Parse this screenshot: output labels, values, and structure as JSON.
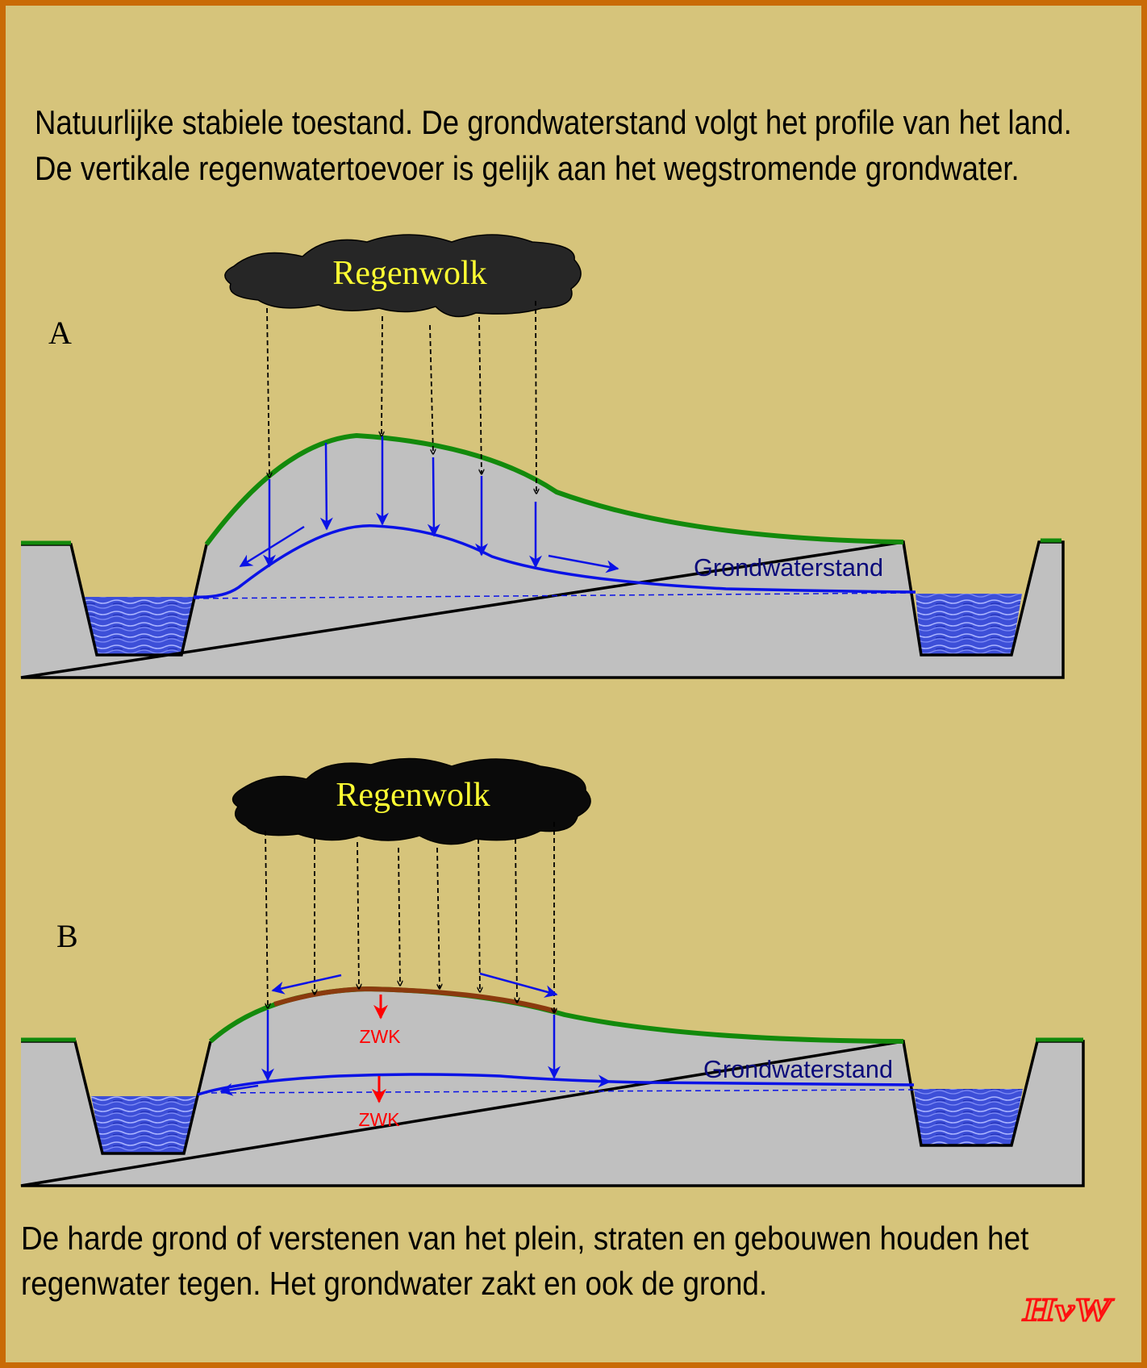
{
  "intro": {
    "line1": "Natuurlijke stabiele toestand. De grondwaterstand volgt het profile van het  land.",
    "line2": "De vertikale regenwatertoevoer is gelijk aan het wegstromende grondwater."
  },
  "panel_a": {
    "label": "A",
    "cloud_label": "Regenwolk",
    "groundwater_label": "Grondwaterstand"
  },
  "panel_b": {
    "label": "B",
    "cloud_label": "Regenwolk",
    "groundwater_label": "Grondwaterstand",
    "subsidence_label_surface": "ZWK",
    "subsidence_label_groundwater": "ZWK"
  },
  "outro": {
    "line1": "De harde grond of verstenen van het plein, straten en gebouwen houden het",
    "line2": "regenwater tegen. Het grondwater zakt en ook de grond."
  },
  "signature": "HvW",
  "colors": {
    "background": "#d6c47b",
    "border": "#c96b06",
    "soil": "#c0c0c0",
    "surface_green": "#138a0c",
    "groundwater_blue": "#0a12e6",
    "paved_brown": "#8b3a0e",
    "subsidence_red": "#ff0000",
    "cloud_text": "#ffff33"
  }
}
